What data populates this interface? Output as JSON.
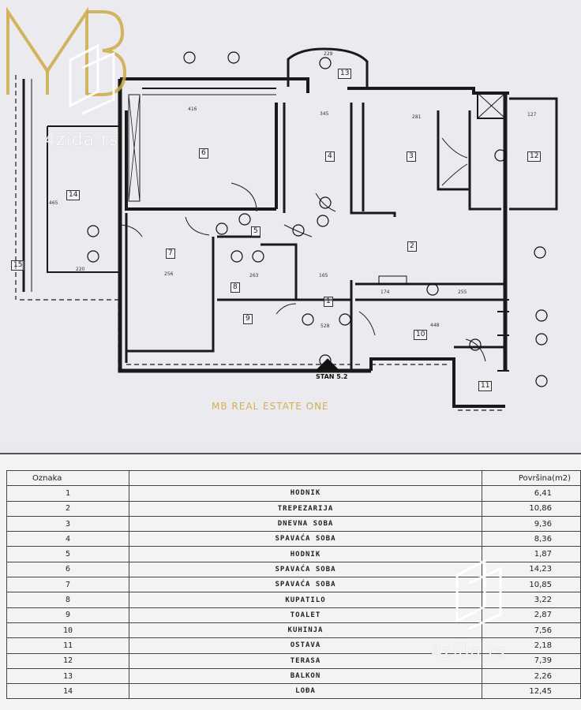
{
  "watermark": {
    "site": "4zida.rs",
    "brand": "MB REAL ESTATE ONE",
    "logo_letters": "MB"
  },
  "plan": {
    "stan_label": "STAN 5.2",
    "rooms": [
      "1",
      "2",
      "3",
      "4",
      "5",
      "6",
      "7",
      "8",
      "9",
      "10",
      "11",
      "12",
      "13",
      "14",
      "15"
    ],
    "dimensions": {
      "d416": "416",
      "d345": "345",
      "d281": "281",
      "d127": "127",
      "d229": "229",
      "d256": "256",
      "d263": "263",
      "d165": "165",
      "d448": "448",
      "d255": "255",
      "d174": "174",
      "d220": "220",
      "d465": "465",
      "d528": "528"
    }
  },
  "table": {
    "headers": {
      "id": "Oznaka",
      "name": "",
      "area": "Površina(m2)"
    },
    "rows": [
      {
        "id": "1",
        "name": "HODNIK",
        "area": "6,41"
      },
      {
        "id": "2",
        "name": "TREPEZARIJA",
        "area": "10,86"
      },
      {
        "id": "3",
        "name": "DNEVNA SOBA",
        "area": "9,36"
      },
      {
        "id": "4",
        "name": "SPAVAĆA SOBA",
        "area": "8,36"
      },
      {
        "id": "5",
        "name": "HODNIK",
        "area": "1,87"
      },
      {
        "id": "6",
        "name": "SPAVAĆA SOBA",
        "area": "14,23"
      },
      {
        "id": "7",
        "name": "SPAVAĆA SOBA",
        "area": "10,85"
      },
      {
        "id": "8",
        "name": "KUPATILO",
        "area": "3,22"
      },
      {
        "id": "9",
        "name": "TOALET",
        "area": "2,87"
      },
      {
        "id": "10",
        "name": "KUHINJA",
        "area": "7,56"
      },
      {
        "id": "11",
        "name": "OSTAVA",
        "area": "2,18"
      },
      {
        "id": "12",
        "name": "TERASA",
        "area": "7,39"
      },
      {
        "id": "13",
        "name": "BALKON",
        "area": "2,26"
      },
      {
        "id": "14",
        "name": "LOĐA",
        "area": "12,45"
      }
    ]
  }
}
